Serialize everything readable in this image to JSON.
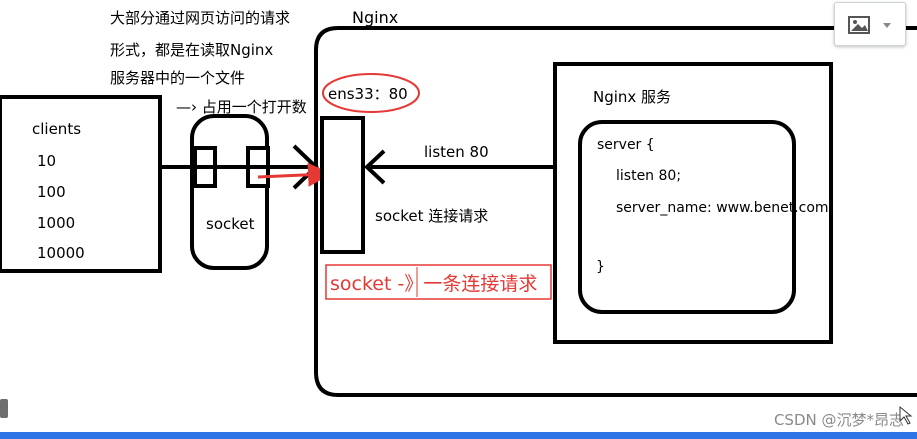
{
  "colors": {
    "stroke": "#000000",
    "accent_red": "#e53935",
    "highlight_box": "#e53935",
    "bottom_bar": "#2f74e6"
  },
  "notes": {
    "line1": "大部分通过网页访问的请求",
    "line2": "形式，都是在读取Nginx",
    "line3": "服务器中的一个文件",
    "line4": "—› 占用一个打开数"
  },
  "nginx": {
    "title": "Nginx",
    "port_label": "ens33：80"
  },
  "clients": {
    "title": "clients",
    "values": [
      "10",
      "100",
      "1000",
      "10000"
    ]
  },
  "socket": {
    "label": "socket"
  },
  "listen": {
    "label": "listen 80"
  },
  "socket_request": {
    "label": "socket 连接请求"
  },
  "highlight": {
    "label": "socket -》一条连接请求"
  },
  "service": {
    "title": "Nginx 服务",
    "config_lines": [
      "server {",
      "listen 80;",
      "server_name: www.benet.com;",
      "}"
    ]
  },
  "toolbar": {
    "icon": "image-icon",
    "dropdown_icon": "chevron-down-icon"
  },
  "watermark": "CSDN @沉梦*昂志"
}
